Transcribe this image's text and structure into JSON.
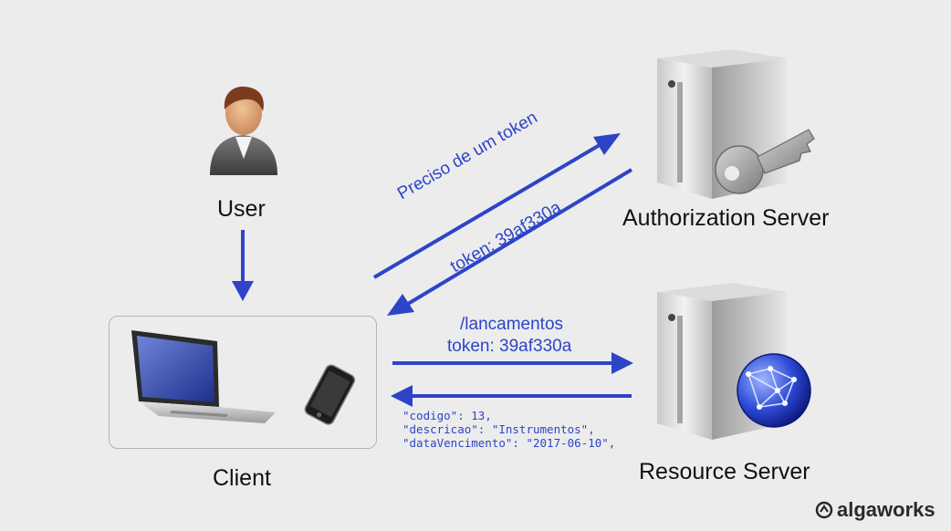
{
  "nodes": {
    "user": {
      "label": "User"
    },
    "client": {
      "label": "Client"
    },
    "auth_server": {
      "label": "Authorization Server"
    },
    "resource_server": {
      "label": "Resource Server"
    }
  },
  "arrows": {
    "request_token": "Preciso de um token",
    "token_response": "token: 39af330a",
    "resource_request": {
      "path": "/lancamentos",
      "token": "token: 39af330a"
    },
    "resource_response": [
      "\"codigo\": 13,",
      "\"descricao\": \"Instrumentos\",",
      "\"dataVencimento\": \"2017-06-10\","
    ]
  },
  "brand": {
    "name": "algaworks"
  },
  "colors": {
    "arrow": "#2d44c9",
    "background": "#ececec"
  }
}
